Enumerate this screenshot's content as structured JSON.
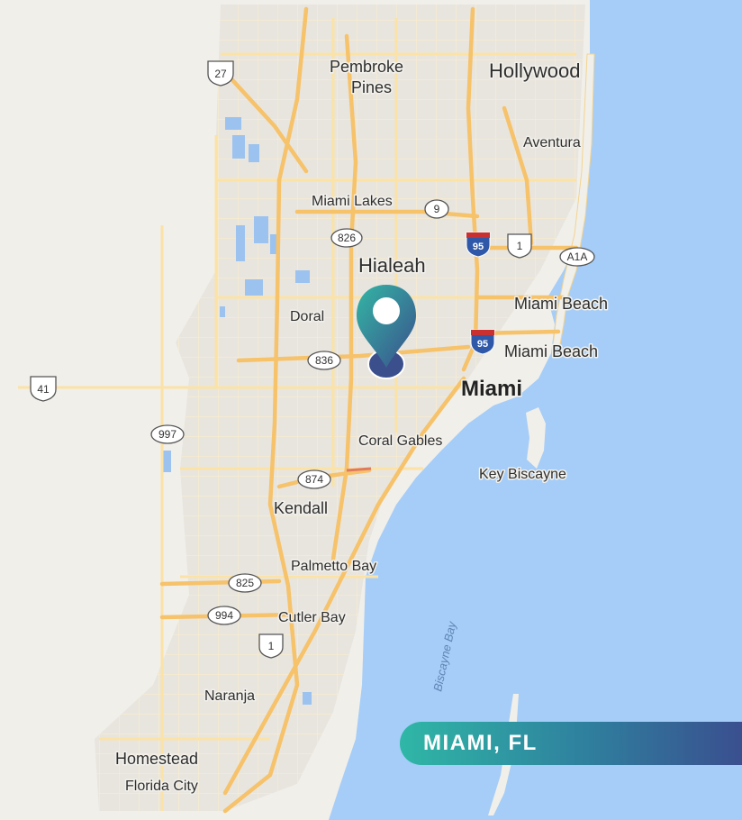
{
  "map": {
    "labels": {
      "pembroke_pines_1": "Pembroke",
      "pembroke_pines_2": "Pines",
      "hollywood": "Hollywood",
      "aventura": "Aventura",
      "miami_lakes": "Miami Lakes",
      "hialeah": "Hialeah",
      "doral": "Doral",
      "miami_beach_1": "Miami Beach",
      "miami_beach_2": "Miami Beach",
      "miami": "Miami",
      "coral_gables": "Coral Gables",
      "key_biscayne": "Key Biscayne",
      "kendall": "Kendall",
      "palmetto_bay": "Palmetto Bay",
      "cutler_bay": "Cutler Bay",
      "biscayne_bay": "Biscayne Bay",
      "naranja": "Naranja",
      "homestead": "Homestead",
      "florida_city": "Florida City"
    },
    "shields": {
      "us27": "27",
      "sr9": "9",
      "sr826_north": "826",
      "i95_north": "95",
      "us1_north": "1",
      "a1a": "A1A",
      "i95_south": "95",
      "sr836": "836",
      "us41": "41",
      "sr997": "997",
      "sr874": "874",
      "sr825": "825",
      "sr994": "994",
      "us1_south": "1"
    },
    "colors": {
      "land": "#f1efea",
      "water": "#a5cdf7",
      "urban": "#e9e6e0",
      "road": "#fbe0a0",
      "highway": "#f6c26a",
      "pin_top": "#33b6a4",
      "pin_bottom": "#3b4f8c"
    }
  },
  "banner": {
    "text": "MIAMI, FL"
  }
}
